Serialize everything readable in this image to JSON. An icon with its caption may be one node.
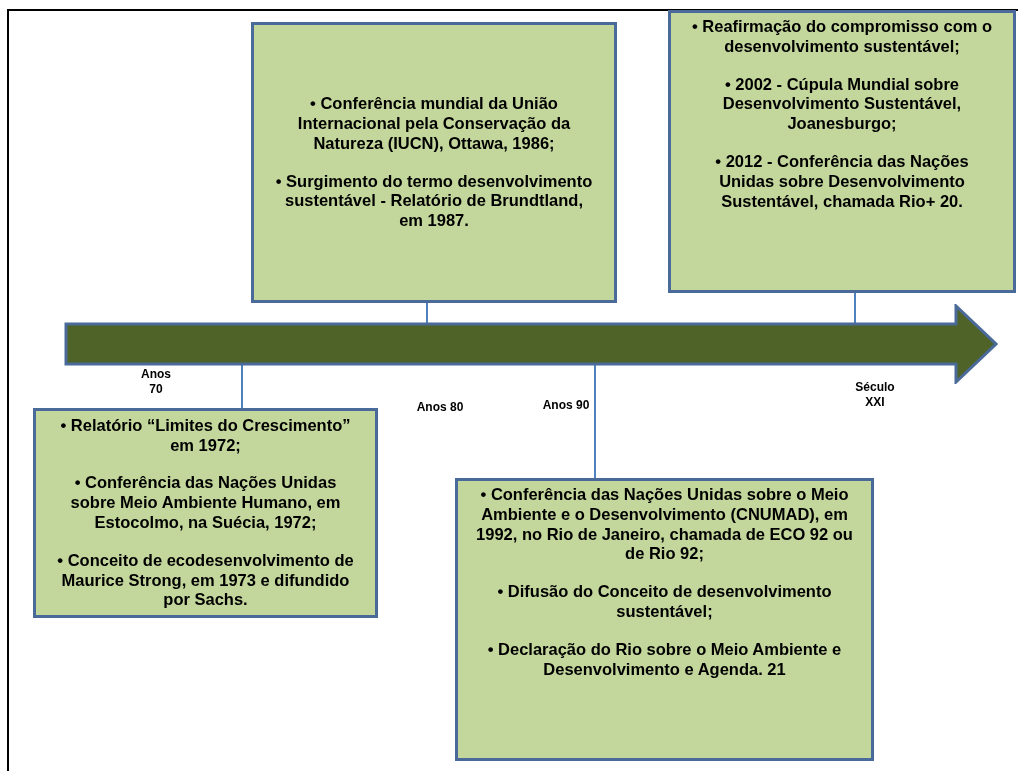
{
  "diagram": {
    "nodes": [
      {
        "text": [
          "• Conferência mundial da União Internacional pela Conservação da Natureza (IUCN), Ottawa, 1986;",
          "• Surgimento do termo desenvolvimento sustentável - Relatório de Brundtland, em 1987."
        ]
      },
      {
        "text": [
          "• Reafirmação do compromisso com o desenvolvimento sustentável;",
          "• 2002 - Cúpula Mundial sobre Desenvolvimento Sustentável, Joanesburgo;",
          "• 2012 - Conferência das Nações Unidas sobre Desenvolvimento Sustentável, chamada Rio+ 20."
        ]
      },
      {
        "text": [],
        "shape": "arrow"
      },
      {
        "text": [
          "• Relatório “Limites do Crescimento” em 1972;",
          "•  Conferência das Nações Unidas sobre Meio Ambiente Humano, em Estocolmo, na Suécia, 1972;",
          "• Conceito  de ecodesenvolvimento de Maurice Strong, em 1973 e difundido por Sachs."
        ]
      },
      {
        "text": [
          "• Conferência das Nações Unidas sobre o Meio Ambiente e o Desenvolvimento (CNUMAD), em 1992, no Rio de Janeiro, chamada de ECO 92 ou de Rio 92;",
          "• Difusão do Conceito  de desenvolvimento sustentável;",
          "•  Declaração do Rio sobre o Meio Ambiente e Desenvolvimento e Agenda. 21"
        ]
      }
    ],
    "edges": [
      {
        "from": 0,
        "to": 2,
        "arrow": "none"
      },
      {
        "from": 1,
        "to": 2,
        "arrow": "none"
      },
      {
        "from": 3,
        "to": 2,
        "arrow": "none"
      },
      {
        "from": 4,
        "to": 2,
        "arrow": "none"
      }
    ],
    "labels": [
      "Anos 70",
      "Anos 80",
      "Anos 90",
      "Século XXI"
    ]
  }
}
